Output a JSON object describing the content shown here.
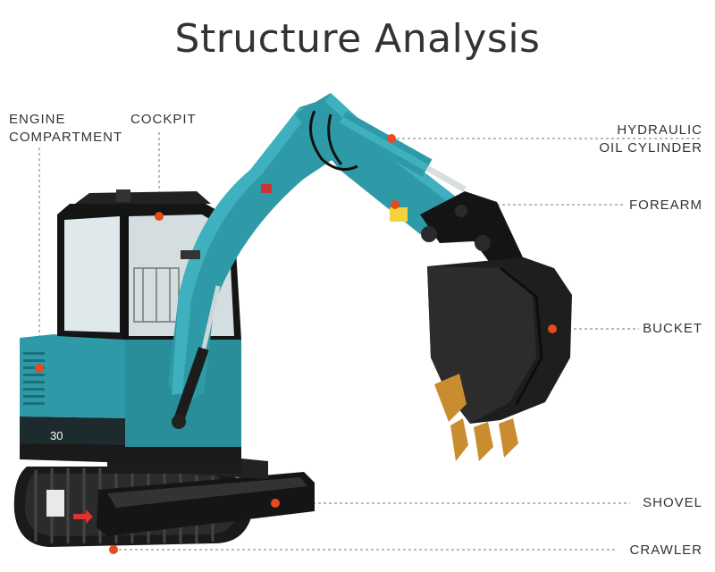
{
  "title": "Structure Analysis",
  "colors": {
    "body": "#2e9aa7",
    "body_dark": "#1c6f7a",
    "bucket": "#1e1e1e",
    "track": "#1a1a1a",
    "teeth": "#c98c2e",
    "marker": "#e8491d",
    "leader": "#777777"
  },
  "machine_badge": "30",
  "labels": {
    "engine": [
      "ENGINE",
      "COMPARTMENT"
    ],
    "cockpit": "COCKPIT",
    "hydraulic": [
      "HYDRAULIC",
      "OIL CYLINDER"
    ],
    "forearm": "FOREARM",
    "bucket": "BUCKET",
    "shovel": "SHOVEL",
    "crawler": "CRAWLER"
  }
}
